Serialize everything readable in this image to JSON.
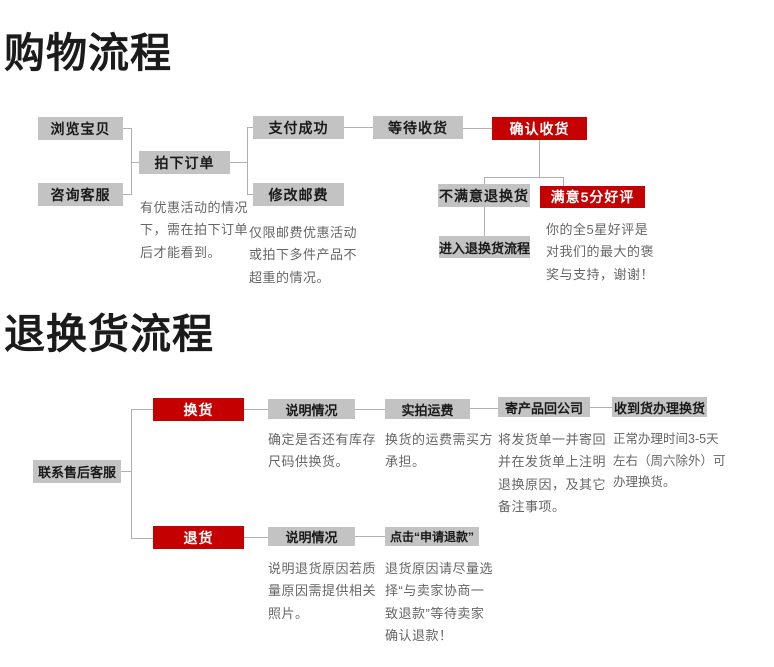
{
  "palette": {
    "box_gray": "#c3c3c3",
    "box_red": "#c40000",
    "title_text": "#1b1b1b",
    "note_text": "#666666",
    "connector_line": "#b0b0b0"
  },
  "flow_shopping": {
    "title": "购物流程",
    "nodes": {
      "browse": "浏览宝贝",
      "consult": "咨询客服",
      "order": "拍下订单",
      "pay": "支付成功",
      "postage": "修改邮费",
      "wait": "等待收货",
      "confirm": "确认收货",
      "unsatisfied": "不满意退换货",
      "satisfied": "满意5分好评",
      "enter_return": "进入退换货流程"
    },
    "notes": {
      "order_note": "有优惠活动的情况\n下，需在拍下订单\n后才能看到。",
      "postage_note": "仅限邮费优惠活动\n或拍下多件产品不\n超重的情况。",
      "praise_note": "你的全5星好评是\n对我们的最大的褒\n奖与支持，谢谢！"
    }
  },
  "flow_return": {
    "title": "退换货流程",
    "nodes": {
      "contact": "联系售后客服",
      "exchange": "换货",
      "return": "退货",
      "explain_exchange": "说明情况",
      "shipping": "实拍运费",
      "send_back": "寄产品回公司",
      "handle": "收到货办理换货",
      "explain_return": "说明情况",
      "click_refund": "点击“申请退款”"
    },
    "notes": {
      "explain_exchange_note": "确定是否还有库存\n尺码供换货。",
      "shipping_note": "换货的运费需买方\n承担。",
      "send_back_note": "将发货单一并寄回\n并在发货单上注明\n退换原因，及其它\n备注事项。",
      "handle_note": "正常办理时间3-5天\n左右（周六除外）可\n办理换货。",
      "explain_return_note": "说明退货原因若质\n量原因需提供相关\n照片。",
      "refund_note": "退货原因请尽量选\n择“与卖家协商一\n致退款”等待卖家\n确认退款！"
    }
  }
}
